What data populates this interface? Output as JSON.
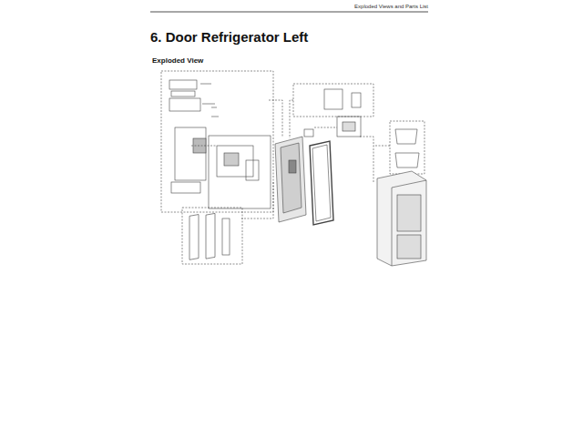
{
  "diagram": {
    "title": "6. Door Refrigerator Left",
    "labels": [
      "Exploded Views and Parts List",
      "Exploded View"
    ]
  }
}
